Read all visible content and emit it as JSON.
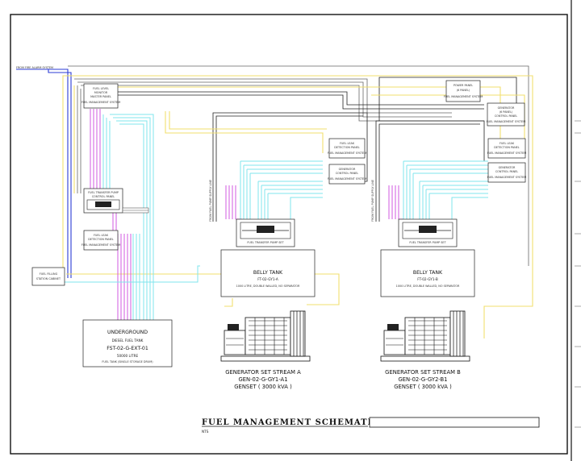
{
  "colors": {
    "magenta": "#d15ae0",
    "cyan": "#7fe6ee",
    "yellow": "#f2df6e",
    "black": "#222222",
    "blue": "#2b3bd6",
    "gray": "#8a8a8a"
  },
  "labels": {
    "top_left_line": "FROM FIRE ALARM SYSTEM",
    "left_top_panel": [
      "FUEL LEVEL",
      "MONITOR",
      "MASTER PANEL",
      "FUEL MANAGEMENT SYSTEM"
    ],
    "left_pump_panel": [
      "FUEL TRANSFER PUMP",
      "CONTROL PANEL"
    ],
    "left_leak_panel": [
      "FUEL LEAK",
      "DETECTION PANEL",
      "FUEL MANAGEMENT SYSTEM"
    ],
    "left_station": [
      "FUEL FILLING",
      "STATION CABINET"
    ],
    "underground_tank": [
      "UNDERGROUND",
      "DIESEL FUEL TANK",
      "FST-02-G-EXT-01",
      "50000 LITRE",
      "FUEL TANK (SINGLE STORAGE DRUM)"
    ],
    "power_panel": [
      "POWER PANEL",
      "(6 PANEL)",
      "FUEL MANAGEMENT SYSTEM"
    ],
    "gen_panel_right_top": [
      "GENERATOR",
      "(6 PANEL)",
      "CONTROL PANEL",
      "FUEL MANAGEMENT SYSTEM"
    ],
    "leak_panel_a": [
      "FUEL LEAK",
      "DETECTION PANEL",
      "FUEL MANAGEMENT SYSTEM"
    ],
    "gen_control_a": [
      "GENERATOR",
      "CONTROL PANEL",
      "FUEL MANAGEMENT SYSTEM"
    ],
    "leak_panel_b": [
      "FUEL LEAK",
      "DETECTION PANEL",
      "FUEL MANAGEMENT SYSTEM"
    ],
    "gen_control_b": [
      "GENERATOR",
      "CONTROL PANEL",
      "FUEL MANAGEMENT SYSTEM"
    ],
    "pump_a": "FUEL TRANSFER PUMP SET",
    "pump_b": "FUEL TRANSFER PUMP SET",
    "belly_a": [
      "BELLY TANK",
      "FT-02-GY1-A",
      "1000 LITRE, DOUBLE WALLED, NO SEPARATOR"
    ],
    "belly_b": [
      "BELLY TANK",
      "FT-02-GY1-B",
      "1000 LITRE, DOUBLE WALLED, NO SEPARATOR"
    ],
    "vertical_note_a": "FROM FUEL PUMP SUPPLY LINE",
    "vertical_note_b": "FROM FUEL PUMP SUPPLY LINE"
  },
  "generators": [
    {
      "line1": "GENERATOR SET STREAM A",
      "line2": "GEN-02-G-GY1-A1",
      "line3": "GENSET ( 3000 kVA )"
    },
    {
      "line1": "GENERATOR SET STREAM B",
      "line2": "GEN-02-G-GY2-B1",
      "line3": "GENSET ( 3000 kVA )"
    }
  ],
  "title": {
    "main": "FUEL MANAGEMENT SCHEMATIC SYSTEM",
    "scale": "NTS"
  }
}
